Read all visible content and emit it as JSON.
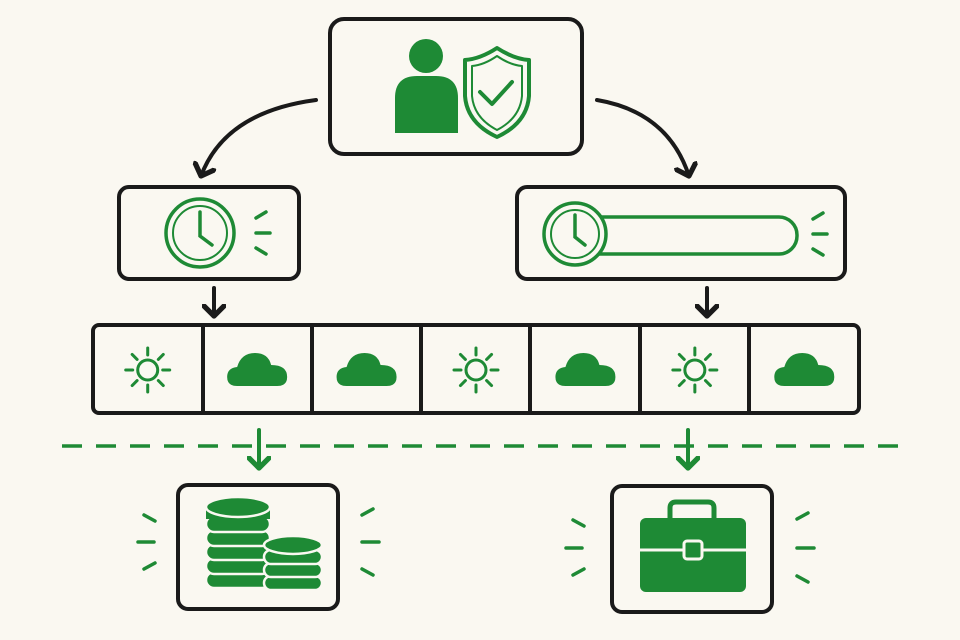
{
  "colors": {
    "background": "#faf8f1",
    "ink": "#1a1a1a",
    "accent": "#1e8a35"
  },
  "root": {
    "icons": [
      "person-icon",
      "shield-check-icon"
    ]
  },
  "branches": [
    {
      "id": "left",
      "icon": "clock-icon",
      "indicator": "signal-lines"
    },
    {
      "id": "right",
      "icon": "clock-icon",
      "indicator": "progress-bar",
      "progress_fill": 0
    }
  ],
  "timeline": {
    "cells": [
      {
        "icon": "sun-icon"
      },
      {
        "icon": "cloud-icon"
      },
      {
        "icon": "cloud-icon"
      },
      {
        "icon": "sun-icon"
      },
      {
        "icon": "cloud-icon"
      },
      {
        "icon": "sun-icon"
      },
      {
        "icon": "cloud-icon"
      }
    ]
  },
  "outcomes": [
    {
      "id": "left",
      "icon": "coins-stack-icon"
    },
    {
      "id": "right",
      "icon": "briefcase-icon"
    }
  ],
  "divider": {
    "style": "dashed"
  }
}
